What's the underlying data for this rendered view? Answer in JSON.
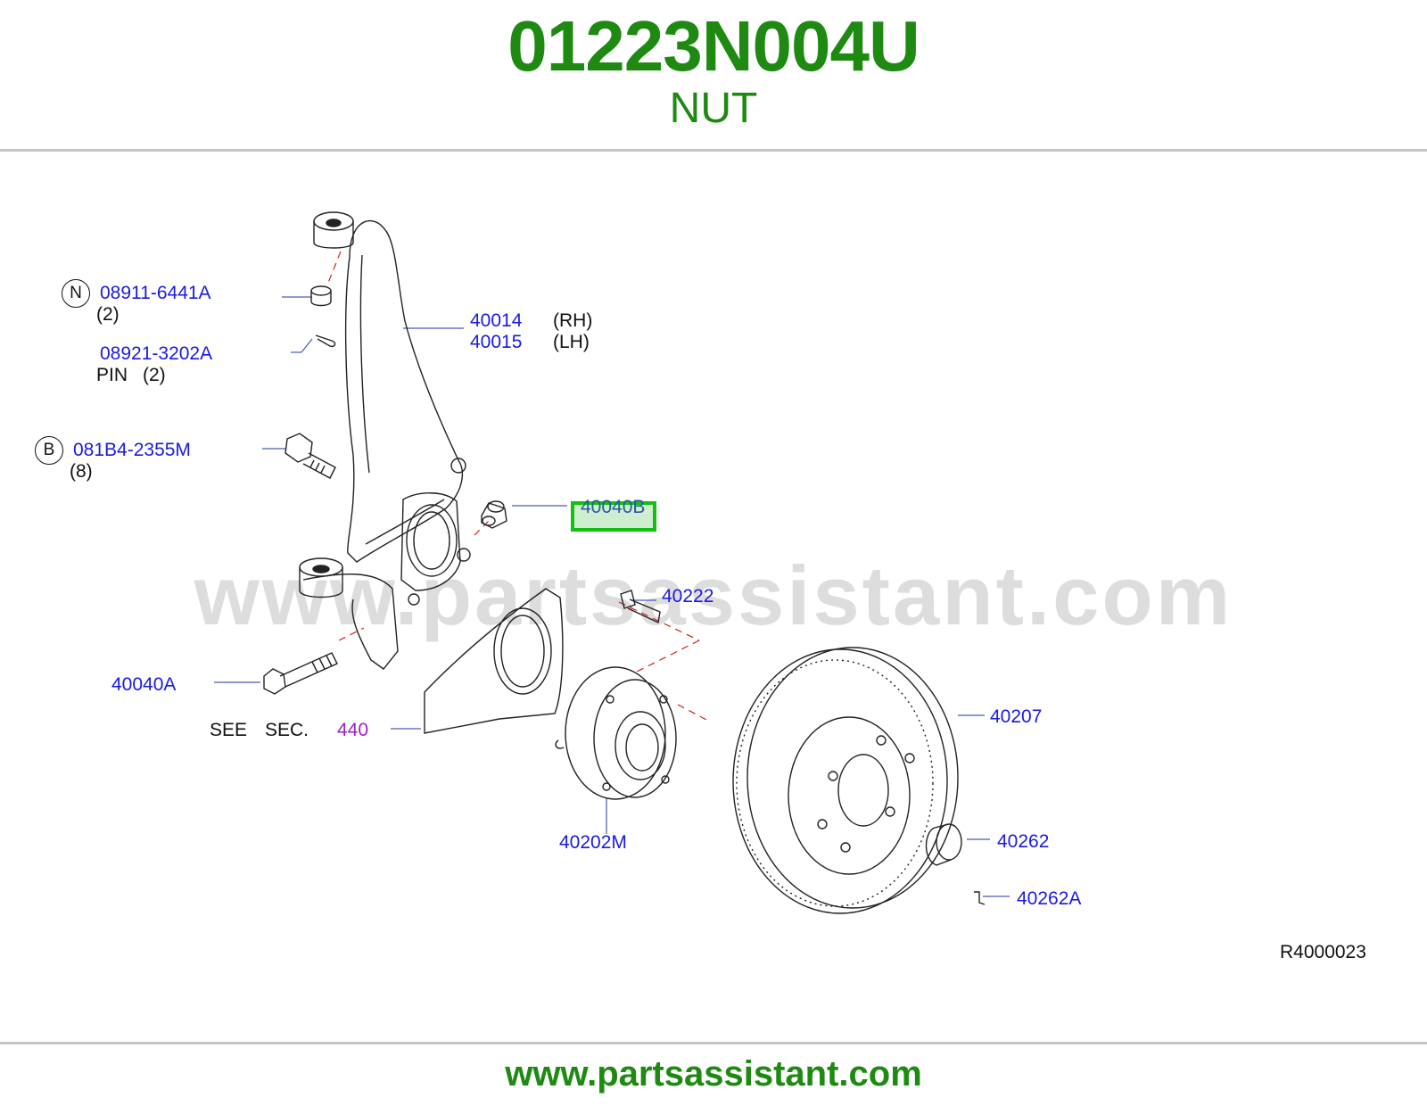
{
  "header": {
    "part_number": "01223N004U",
    "part_name": "NUT"
  },
  "watermark": "www.partsassistant.com",
  "footer": {
    "url": "www.partsassistant.com"
  },
  "colors": {
    "brand_green": "#1e8a12",
    "highlight_green": "#12c012",
    "callout_blue": "#1a1ae0",
    "section_ref_purple": "#a020c8"
  },
  "diagram": {
    "reference_code": "R4000023",
    "highlighted_part": "40040B",
    "callouts": {
      "nut_top": {
        "marker": "N",
        "number": "08911-6441A",
        "qty": "(2)"
      },
      "cotter_pin": {
        "number": "08921-3202A",
        "name": "PIN",
        "qty": "(2)"
      },
      "knuckle": {
        "rh_number": "40014",
        "rh_side": "(RH)",
        "lh_number": "40015",
        "lh_side": "(LH)"
      },
      "bolt_b": {
        "marker": "B",
        "number": "081B4-2355M",
        "qty": "(8)"
      },
      "nut_highlight": {
        "number": "40040B"
      },
      "hub_bolt": {
        "number": "40222"
      },
      "knuckle_bolt": {
        "number": "40040A"
      },
      "see_section": {
        "prefix_see": "SEE",
        "prefix_sec": "SEC.",
        "section": "440"
      },
      "rotor": {
        "number": "40207"
      },
      "hub_assembly": {
        "number": "40202M"
      },
      "cap": {
        "number": "40262"
      },
      "cap_pin": {
        "number": "40262A"
      }
    }
  }
}
